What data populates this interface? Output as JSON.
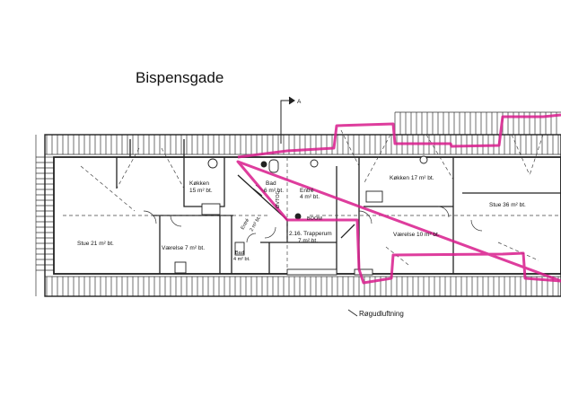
{
  "header": {
    "street_name": "Bispensgade"
  },
  "section_marker": {
    "label": "A"
  },
  "rooms": {
    "kokken_left": {
      "name": "Køkken",
      "area": "15 m² bt."
    },
    "bad_left": {
      "name": "Bad",
      "area": "6 m² bt."
    },
    "entre_center": {
      "name": "Entré",
      "area": "4 m² bt."
    },
    "stue_left": {
      "name": "Stue 21 m² bt."
    },
    "vaerelse_left": {
      "name": "Værelse 7 m² bt."
    },
    "entre_left": {
      "name": "Entré",
      "area": "2 m² bt."
    },
    "bad_small": {
      "name": "Bad",
      "area": "4 m² bt."
    },
    "trapperum": {
      "name": "2.16. Trapperum",
      "area": "7 m² bt."
    },
    "kokken_right": {
      "name": "Køkken 17 m² bt."
    },
    "vaerelse_right": {
      "name": "Værelse 10 m² bt."
    },
    "stue_right": {
      "name": "Stue 36 m² bt."
    }
  },
  "notes": {
    "ventilation": "Røgudluftning",
    "side_tag_1": "BOOM",
    "side_tag_2": "ØVTOC"
  },
  "colors": {
    "highlight": "#d81b8c",
    "lines": "#222222"
  }
}
